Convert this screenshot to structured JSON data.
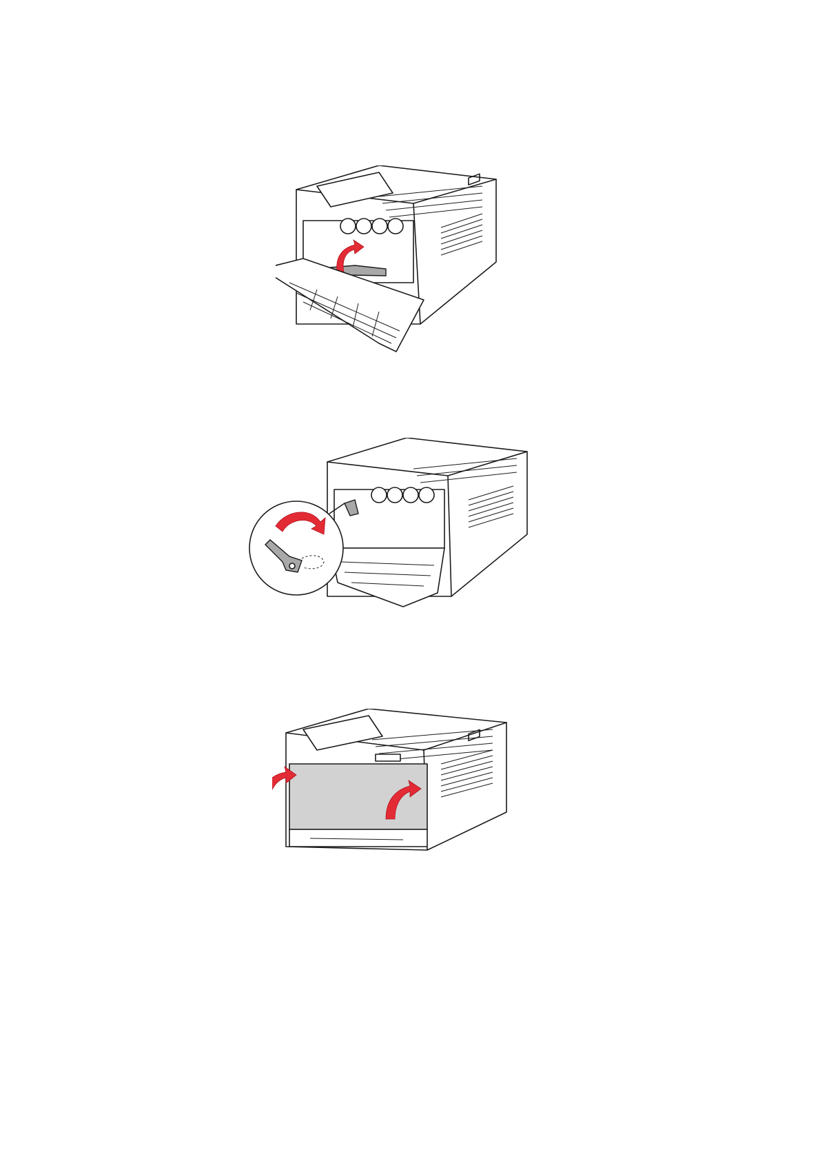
{
  "figures": [
    {
      "name": "open-front-door-lift-lever",
      "arrow_color": "#e32b36"
    },
    {
      "name": "rotate-lock-lever",
      "arrow_color": "#e32b36"
    },
    {
      "name": "close-front-door",
      "arrow_color": "#e32b36",
      "door_color": "#d2d2d2"
    }
  ],
  "icons": [
    "curved-arrow-icon",
    "lock-lever-icon",
    "printer-illustration"
  ]
}
